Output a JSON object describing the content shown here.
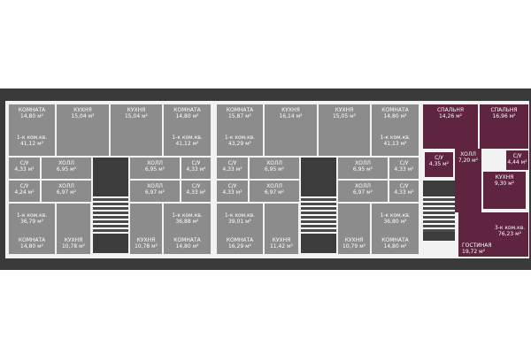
{
  "sections": [
    {
      "rooms": [
        {
          "name": "КОМНАТА",
          "area": "14,80 м²"
        },
        {
          "name": "КУХНЯ",
          "area": "15,04 м²"
        },
        {
          "name": "КУХНЯ",
          "area": "15,04 м²"
        },
        {
          "name": "КОМНАТА",
          "area": "14,80 м²"
        },
        {
          "name": "С/У",
          "area": "4,33 м²"
        },
        {
          "name": "ХОЛЛ",
          "area": "6,95 м²"
        },
        {
          "name": "ХОЛЛ",
          "area": "6,95 м²"
        },
        {
          "name": "С/У",
          "area": "4,33 м²"
        },
        {
          "name": "С/У",
          "area": "4,24 м²"
        },
        {
          "name": "ХОЛЛ",
          "area": "6,97 м²"
        },
        {
          "name": "ХОЛЛ",
          "area": "6,97 м²"
        },
        {
          "name": "С/У",
          "area": "4,33 м²"
        },
        {
          "name": "КОМНАТА",
          "area": "14,80 м²"
        },
        {
          "name": "КУХНЯ",
          "area": "10,78 м²"
        },
        {
          "name": "КУХНЯ",
          "area": "10,78 м²"
        },
        {
          "name": "КОМНАТА",
          "area": "14,80 м²"
        }
      ],
      "apartments": [
        {
          "type": "1-к ком.кв.",
          "area": "41,12 м²"
        },
        {
          "type": "1-к ком.кв.",
          "area": "41,12 м²"
        },
        {
          "type": "1-к ком.кв.",
          "area": "36,79 м²"
        },
        {
          "type": "1-к ком.кв.",
          "area": "36,88 м²"
        }
      ]
    },
    {
      "rooms": [
        {
          "name": "КОМНАТА",
          "area": "15,87 м²"
        },
        {
          "name": "КУХНЯ",
          "area": "16,14 м²"
        },
        {
          "name": "КУХНЯ",
          "area": "15,05 м²"
        },
        {
          "name": "КОМНАТА",
          "area": "14,80 м²"
        },
        {
          "name": "С/У",
          "area": "4,33 м²"
        },
        {
          "name": "ХОЛЛ",
          "area": "6,95 м²"
        },
        {
          "name": "ХОЛЛ",
          "area": "6,95 м²"
        },
        {
          "name": "С/У",
          "area": "4,33 м²"
        },
        {
          "name": "С/У",
          "area": "4,33 м²"
        },
        {
          "name": "ХОЛЛ",
          "area": "6,97 м²"
        },
        {
          "name": "ХОЛЛ",
          "area": "6,97 м²"
        },
        {
          "name": "С/У",
          "area": "4,33 м²"
        },
        {
          "name": "КОМНАТА",
          "area": "16,29 м²"
        },
        {
          "name": "КУХНЯ",
          "area": "11,42 м²"
        },
        {
          "name": "КУХНЯ",
          "area": "10,79 м²"
        },
        {
          "name": "КОМНАТА",
          "area": "14,80 м²"
        }
      ],
      "apartments": [
        {
          "type": "1-к ком.кв.",
          "area": "43,29 м²"
        },
        {
          "type": "1-к ком.кв.",
          "area": "41,13 м²"
        },
        {
          "type": "1-к ком.кв.",
          "area": "39,01 м²"
        },
        {
          "type": "1-к ком.кв.",
          "area": "36,80 м²"
        }
      ]
    }
  ],
  "highlighted": {
    "color": "#5e2440",
    "rooms": [
      {
        "name": "СПАЛЬНЯ",
        "area": "14,26 м²"
      },
      {
        "name": "СПАЛЬНЯ",
        "area": "16,96 м²"
      },
      {
        "name": "С/У",
        "area": "4,35 м²"
      },
      {
        "name": "ХОЛЛ",
        "area": "7,20 м²"
      },
      {
        "name": "С/У",
        "area": "4,44 м²"
      },
      {
        "name": "КУХНЯ",
        "area": "9,30 м²"
      },
      {
        "name": "ГОСТИНАЯ",
        "area": "19,72 м²"
      }
    ],
    "apartment": {
      "type": "3-к ком.кв.",
      "area": "76,23 м²"
    }
  }
}
